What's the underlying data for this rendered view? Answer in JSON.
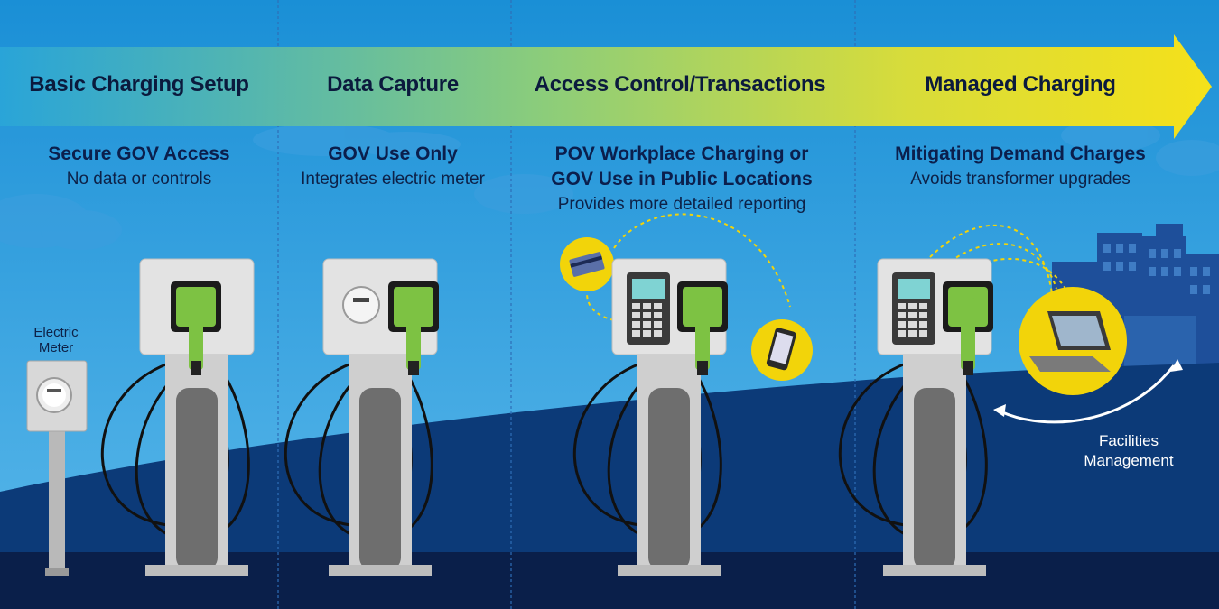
{
  "steps": [
    {
      "label": "Basic Charging Setup",
      "title": "Secure GOV Access",
      "subtitle": "No data or controls"
    },
    {
      "label": "Data Capture",
      "title": "GOV Use Only",
      "subtitle": "Integrates electric meter"
    },
    {
      "label": "Access Control/Transactions",
      "title_line1": "POV Workplace Charging or",
      "title_line2": "GOV Use in Public Locations",
      "subtitle": "Provides more detailed reporting"
    },
    {
      "label": "Managed Charging",
      "title": "Mitigating Demand Charges",
      "subtitle": "Avoids transformer upgrades"
    }
  ],
  "electric_meter_label_line1": "Electric",
  "electric_meter_label_line2": "Meter",
  "facilities_label_line1": "Facilities",
  "facilities_label_line2": "Management",
  "colors": {
    "sky_top": "#1a8fd6",
    "sky_bottom": "#4fb0e6",
    "ground": "#0c3a78",
    "ground_dark": "#0a1f4a",
    "accent_green": "#7dc243",
    "accent_yellow": "#f2d40a",
    "arrow_start": "#2aa6d8",
    "arrow_end": "#f3df1a"
  }
}
